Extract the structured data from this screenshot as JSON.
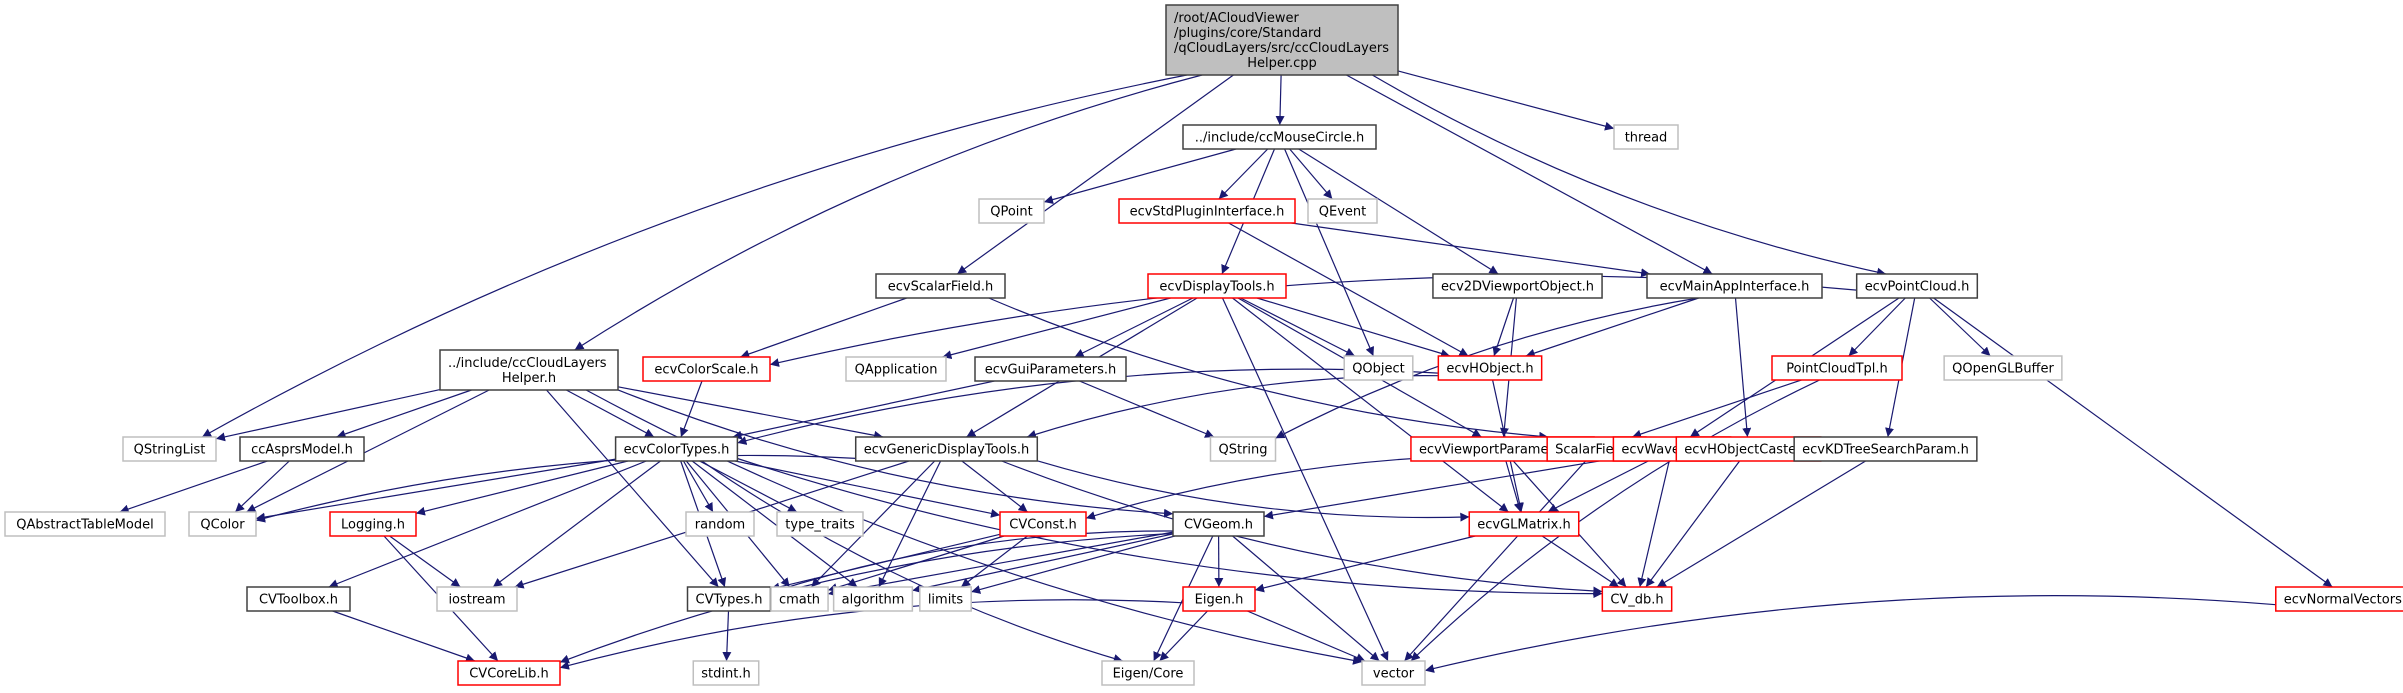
{
  "diagram": {
    "type": "include-dependency-graph",
    "colors": {
      "edge": "#191970",
      "root_fill": "#bfbfbf",
      "root_border": "#404040",
      "documented_border": "#404040",
      "incomplete_border": "#ff0000",
      "external_border": "#bfbfbf"
    },
    "nodes": [
      {
        "id": "root",
        "kind": "root",
        "lines": [
          "/root/ACloudViewer",
          "/plugins/core/Standard",
          "/qCloudLayers/src/ccCloudLayers",
          "Helper.cpp"
        ]
      },
      {
        "id": "ccMouseCircle",
        "kind": "documented",
        "lines": [
          "../include/ccMouseCircle.h"
        ]
      },
      {
        "id": "thread",
        "kind": "external",
        "lines": [
          "thread"
        ]
      },
      {
        "id": "QPoint",
        "kind": "external",
        "lines": [
          "QPoint"
        ]
      },
      {
        "id": "ecvStdPluginInterface",
        "kind": "incomplete",
        "lines": [
          "ecvStdPluginInterface.h"
        ]
      },
      {
        "id": "QEvent",
        "kind": "external",
        "lines": [
          "QEvent"
        ]
      },
      {
        "id": "ecvScalarField",
        "kind": "documented",
        "lines": [
          "ecvScalarField.h"
        ]
      },
      {
        "id": "ecvDisplayTools",
        "kind": "incomplete",
        "lines": [
          "ecvDisplayTools.h"
        ]
      },
      {
        "id": "ecv2DViewportObject",
        "kind": "documented",
        "lines": [
          "ecv2DViewportObject.h"
        ]
      },
      {
        "id": "ecvMainAppInterface",
        "kind": "documented",
        "lines": [
          "ecvMainAppInterface.h"
        ]
      },
      {
        "id": "ecvPointCloud",
        "kind": "documented",
        "lines": [
          "ecvPointCloud.h"
        ]
      },
      {
        "id": "ccCloudLayersHelperH",
        "kind": "documented",
        "lines": [
          "../include/ccCloudLayers",
          "Helper.h"
        ]
      },
      {
        "id": "ecvColorScale",
        "kind": "incomplete",
        "lines": [
          "ecvColorScale.h"
        ]
      },
      {
        "id": "QApplication",
        "kind": "external",
        "lines": [
          "QApplication"
        ]
      },
      {
        "id": "ecvGuiParameters",
        "kind": "documented",
        "lines": [
          "ecvGuiParameters.h"
        ]
      },
      {
        "id": "QObject",
        "kind": "external",
        "lines": [
          "QObject"
        ]
      },
      {
        "id": "ecvHObject",
        "kind": "incomplete",
        "lines": [
          "ecvHObject.h"
        ]
      },
      {
        "id": "PointCloudTpl",
        "kind": "incomplete",
        "lines": [
          "PointCloudTpl.h"
        ]
      },
      {
        "id": "QOpenGLBuffer",
        "kind": "external",
        "lines": [
          "QOpenGLBuffer"
        ]
      },
      {
        "id": "QStringList",
        "kind": "external",
        "lines": [
          "QStringList"
        ]
      },
      {
        "id": "ccAsprsModel",
        "kind": "documented",
        "lines": [
          "ccAsprsModel.h"
        ]
      },
      {
        "id": "ecvColorTypes",
        "kind": "documented",
        "lines": [
          "ecvColorTypes.h"
        ]
      },
      {
        "id": "ecvGenericDisplayTools",
        "kind": "documented",
        "lines": [
          "ecvGenericDisplayTools.h"
        ]
      },
      {
        "id": "QString",
        "kind": "external",
        "lines": [
          "QString"
        ]
      },
      {
        "id": "ecvViewportParameters",
        "kind": "incomplete",
        "lines": [
          "ecvViewportParameters.h"
        ]
      },
      {
        "id": "ScalarField",
        "kind": "incomplete",
        "lines": [
          "ScalarField.h"
        ]
      },
      {
        "id": "ecvWaveform",
        "kind": "incomplete",
        "lines": [
          "ecvWaveform.h"
        ]
      },
      {
        "id": "ecvHObjectCaster",
        "kind": "incomplete",
        "lines": [
          "ecvHObjectCaster.h"
        ]
      },
      {
        "id": "ecvKDTreeSearchParam",
        "kind": "documented",
        "lines": [
          "ecvKDTreeSearchParam.h"
        ]
      },
      {
        "id": "QAbstractTableModel",
        "kind": "external",
        "lines": [
          "QAbstractTableModel"
        ]
      },
      {
        "id": "QColor",
        "kind": "external",
        "lines": [
          "QColor"
        ]
      },
      {
        "id": "Logging",
        "kind": "incomplete",
        "lines": [
          "Logging.h"
        ]
      },
      {
        "id": "random",
        "kind": "external",
        "lines": [
          "random"
        ]
      },
      {
        "id": "type_traits",
        "kind": "external",
        "lines": [
          "type_traits"
        ]
      },
      {
        "id": "CVConst",
        "kind": "incomplete",
        "lines": [
          "CVConst.h"
        ]
      },
      {
        "id": "CVGeom",
        "kind": "documented",
        "lines": [
          "CVGeom.h"
        ]
      },
      {
        "id": "ecvGLMatrix",
        "kind": "incomplete",
        "lines": [
          "ecvGLMatrix.h"
        ]
      },
      {
        "id": "CVToolbox",
        "kind": "documented",
        "lines": [
          "CVToolbox.h"
        ]
      },
      {
        "id": "iostream",
        "kind": "external",
        "lines": [
          "iostream"
        ]
      },
      {
        "id": "CVTypes",
        "kind": "documented",
        "lines": [
          "CVTypes.h"
        ]
      },
      {
        "id": "cmath",
        "kind": "external",
        "lines": [
          "cmath"
        ]
      },
      {
        "id": "algorithm",
        "kind": "external",
        "lines": [
          "algorithm"
        ]
      },
      {
        "id": "limits",
        "kind": "external",
        "lines": [
          "limits"
        ]
      },
      {
        "id": "Eigen",
        "kind": "incomplete",
        "lines": [
          "Eigen.h"
        ]
      },
      {
        "id": "CV_db",
        "kind": "incomplete",
        "lines": [
          "CV_db.h"
        ]
      },
      {
        "id": "ecvNormalVectors",
        "kind": "incomplete",
        "lines": [
          "ecvNormalVectors.h"
        ]
      },
      {
        "id": "CVCoreLib",
        "kind": "incomplete",
        "lines": [
          "CVCoreLib.h"
        ]
      },
      {
        "id": "stdint",
        "kind": "external",
        "lines": [
          "stdint.h"
        ]
      },
      {
        "id": "EigenCore",
        "kind": "external",
        "lines": [
          "Eigen/Core"
        ]
      },
      {
        "id": "vector",
        "kind": "external",
        "lines": [
          "vector"
        ]
      }
    ],
    "edges": [
      [
        "root",
        "ccMouseCircle"
      ],
      [
        "root",
        "thread"
      ],
      [
        "root",
        "ecvScalarField"
      ],
      [
        "root",
        "ecvMainAppInterface"
      ],
      [
        "root",
        "ecvPointCloud"
      ],
      [
        "root",
        "ccCloudLayersHelperH"
      ],
      [
        "root",
        "QStringList"
      ],
      [
        "ccMouseCircle",
        "QPoint"
      ],
      [
        "ccMouseCircle",
        "ecvStdPluginInterface"
      ],
      [
        "ccMouseCircle",
        "QEvent"
      ],
      [
        "ccMouseCircle",
        "ecvDisplayTools"
      ],
      [
        "ccMouseCircle",
        "ecv2DViewportObject"
      ],
      [
        "ccMouseCircle",
        "QObject"
      ],
      [
        "ecvStdPluginInterface",
        "ecvMainAppInterface"
      ],
      [
        "ecvStdPluginInterface",
        "ecvHObject"
      ],
      [
        "ecvScalarField",
        "ecvColorScale"
      ],
      [
        "ecvScalarField",
        "ScalarField"
      ],
      [
        "ecvDisplayTools",
        "QApplication"
      ],
      [
        "ecvDisplayTools",
        "ecvGuiParameters"
      ],
      [
        "ecvDisplayTools",
        "QObject"
      ],
      [
        "ecvDisplayTools",
        "ecvHObject"
      ],
      [
        "ecvDisplayTools",
        "ecvGenericDisplayTools"
      ],
      [
        "ecvDisplayTools",
        "ecvViewportParameters"
      ],
      [
        "ecvDisplayTools",
        "ecvGLMatrix"
      ],
      [
        "ecvDisplayTools",
        "vector"
      ],
      [
        "ecv2DViewportObject",
        "ecvHObject"
      ],
      [
        "ecv2DViewportObject",
        "ecvViewportParameters"
      ],
      [
        "ecvMainAppInterface",
        "ecvHObject"
      ],
      [
        "ecvMainAppInterface",
        "QString"
      ],
      [
        "ecvMainAppInterface",
        "ecvHObjectCaster"
      ],
      [
        "ecvPointCloud",
        "ecvColorScale"
      ],
      [
        "ecvPointCloud",
        "PointCloudTpl"
      ],
      [
        "ecvPointCloud",
        "QOpenGLBuffer"
      ],
      [
        "ecvPointCloud",
        "ecvWaveform"
      ],
      [
        "ecvPointCloud",
        "ecvKDTreeSearchParam"
      ],
      [
        "ecvPointCloud",
        "ecvNormalVectors"
      ],
      [
        "ccCloudLayersHelperH",
        "QStringList"
      ],
      [
        "ccCloudLayersHelperH",
        "ccAsprsModel"
      ],
      [
        "ccCloudLayersHelperH",
        "QColor"
      ],
      [
        "ccCloudLayersHelperH",
        "ecvColorTypes"
      ],
      [
        "ccCloudLayersHelperH",
        "ecvGenericDisplayTools"
      ],
      [
        "ccCloudLayersHelperH",
        "CVTypes"
      ],
      [
        "ccCloudLayersHelperH",
        "CVGeom"
      ],
      [
        "ccCloudLayersHelperH",
        "vector"
      ],
      [
        "ecvColorScale",
        "ecvColorTypes"
      ],
      [
        "ecvGuiParameters",
        "ecvColorTypes"
      ],
      [
        "ecvGuiParameters",
        "QString"
      ],
      [
        "ecvHObject",
        "ecvColorTypes"
      ],
      [
        "ecvHObject",
        "ecvGLMatrix"
      ],
      [
        "ecvHObject",
        "ecvGenericDisplayTools"
      ],
      [
        "PointCloudTpl",
        "ScalarField"
      ],
      [
        "PointCloudTpl",
        "vector"
      ],
      [
        "ccAsprsModel",
        "QAbstractTableModel"
      ],
      [
        "ccAsprsModel",
        "QColor"
      ],
      [
        "ecvColorTypes",
        "QColor"
      ],
      [
        "ecvColorTypes",
        "Logging"
      ],
      [
        "ecvColorTypes",
        "random"
      ],
      [
        "ecvColorTypes",
        "type_traits"
      ],
      [
        "ecvColorTypes",
        "CVConst"
      ],
      [
        "ecvColorTypes",
        "CVToolbox"
      ],
      [
        "ecvColorTypes",
        "iostream"
      ],
      [
        "ecvColorTypes",
        "CVTypes"
      ],
      [
        "ecvColorTypes",
        "cmath"
      ],
      [
        "ecvColorTypes",
        "algorithm"
      ],
      [
        "ecvColorTypes",
        "EigenCore"
      ],
      [
        "ecvColorTypes",
        "CV_db"
      ],
      [
        "ecvGenericDisplayTools",
        "QColor"
      ],
      [
        "ecvGenericDisplayTools",
        "CVConst"
      ],
      [
        "ecvGenericDisplayTools",
        "ecvGLMatrix"
      ],
      [
        "ecvGenericDisplayTools",
        "CV_db"
      ],
      [
        "ecvGenericDisplayTools",
        "iostream"
      ],
      [
        "ecvGenericDisplayTools",
        "cmath"
      ],
      [
        "ecvGenericDisplayTools",
        "algorithm"
      ],
      [
        "ecvViewportParameters",
        "ecvGLMatrix"
      ],
      [
        "ecvViewportParameters",
        "CV_db"
      ],
      [
        "ScalarField",
        "CVConst"
      ],
      [
        "ScalarField",
        "vector"
      ],
      [
        "ecvWaveform",
        "ecvGLMatrix"
      ],
      [
        "ecvWaveform",
        "CV_db"
      ],
      [
        "ecvWaveform",
        "CVGeom"
      ],
      [
        "ecvHObjectCaster",
        "CV_db"
      ],
      [
        "ecvKDTreeSearchParam",
        "CV_db"
      ],
      [
        "Logging",
        "iostream"
      ],
      [
        "Logging",
        "CVCoreLib"
      ],
      [
        "CVConst",
        "cmath"
      ],
      [
        "CVConst",
        "limits"
      ],
      [
        "CVConst",
        "CVTypes"
      ],
      [
        "CVGeom",
        "CVTypes"
      ],
      [
        "CVGeom",
        "cmath"
      ],
      [
        "CVGeom",
        "algorithm"
      ],
      [
        "CVGeom",
        "limits"
      ],
      [
        "CVGeom",
        "Eigen"
      ],
      [
        "CVGeom",
        "EigenCore"
      ],
      [
        "CVGeom",
        "vector"
      ],
      [
        "CVGeom",
        "CVCoreLib"
      ],
      [
        "ecvGLMatrix",
        "Eigen"
      ],
      [
        "ecvGLMatrix",
        "CV_db"
      ],
      [
        "CVToolbox",
        "CVCoreLib"
      ],
      [
        "CVTypes",
        "stdint"
      ],
      [
        "Eigen",
        "EigenCore"
      ],
      [
        "Eigen",
        "vector"
      ],
      [
        "Eigen",
        "CVCoreLib"
      ],
      [
        "ecvNormalVectors",
        "vector"
      ]
    ]
  }
}
